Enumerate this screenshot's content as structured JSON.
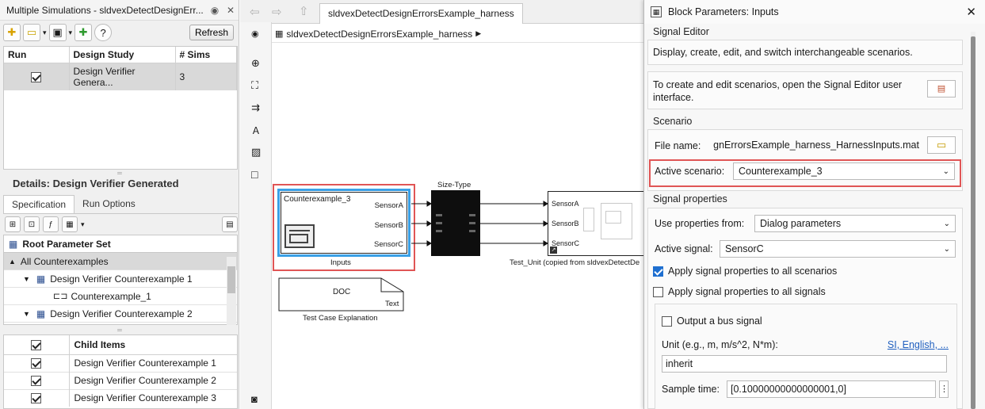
{
  "left": {
    "title": "Multiple Simulations - sldvexDetectDesignErr...",
    "refresh_label": "Refresh",
    "grid": {
      "headers": [
        "Run",
        "Design Study",
        "# Sims"
      ],
      "row": {
        "design_study": "Design Verifier Genera...",
        "sims": "3"
      }
    },
    "details_title": "Details: Design Verifier Generated",
    "tabs": [
      "Specification",
      "Run Options"
    ],
    "root_param": "Root Parameter Set",
    "tree": [
      "All Counterexamples",
      "Design Verifier Counterexample 1",
      "Counterexample_1",
      "Design Verifier Counterexample 2"
    ],
    "child_header": "Child Items",
    "children": [
      "Design Verifier Counterexample 1",
      "Design Verifier Counterexample 2",
      "Design Verifier Counterexample 3"
    ]
  },
  "canvas": {
    "tab": "sldvexDetectDesignErrorsExample_harness",
    "breadcrumb": "sldvexDetectDesignErrorsExample_harness",
    "inputs_block": {
      "title": "Counterexample_3",
      "ports": [
        "SensorA",
        "SensorB",
        "SensorC"
      ],
      "label": "Inputs"
    },
    "sizetype_label": "Size-Type",
    "unit_block": {
      "ports": [
        "SensorA",
        "SensorB",
        "SensorC"
      ],
      "label": "Test_Unit (copied from sldvexDetectDe"
    },
    "doc_block": {
      "text": "DOC",
      "sub": "Text",
      "label": "Test Case Explanation"
    }
  },
  "dialog": {
    "title": "Block Parameters: Inputs",
    "signal_editor_title": "Signal Editor",
    "signal_editor_desc": "Display, create, edit, and switch interchangeable scenarios.",
    "signal_editor_hint": "To create and edit scenarios, open the Signal Editor user interface.",
    "scenario_title": "Scenario",
    "file_name_label": "File name:",
    "file_name_value": "gnErrorsExample_harness_HarnessInputs.mat",
    "active_scenario_label": "Active scenario:",
    "active_scenario_value": "Counterexample_3",
    "signal_props_title": "Signal properties",
    "use_props_label": "Use properties from:",
    "use_props_value": "Dialog parameters",
    "active_signal_label": "Active signal:",
    "active_signal_value": "SensorC",
    "apply_all_scenarios": "Apply signal properties to all scenarios",
    "apply_all_signals": "Apply signal properties to all signals",
    "output_bus": "Output a bus signal",
    "unit_label": "Unit (e.g., m, m/s^2, N*m):",
    "unit_link": "SI, English, ...",
    "unit_value": "inherit",
    "sample_time_label": "Sample time:",
    "sample_time_value": "[0.10000000000000001,0]"
  },
  "colors": {
    "highlight": "#e05555",
    "link": "#1f5fbf",
    "accent": "#1e6fd0"
  }
}
